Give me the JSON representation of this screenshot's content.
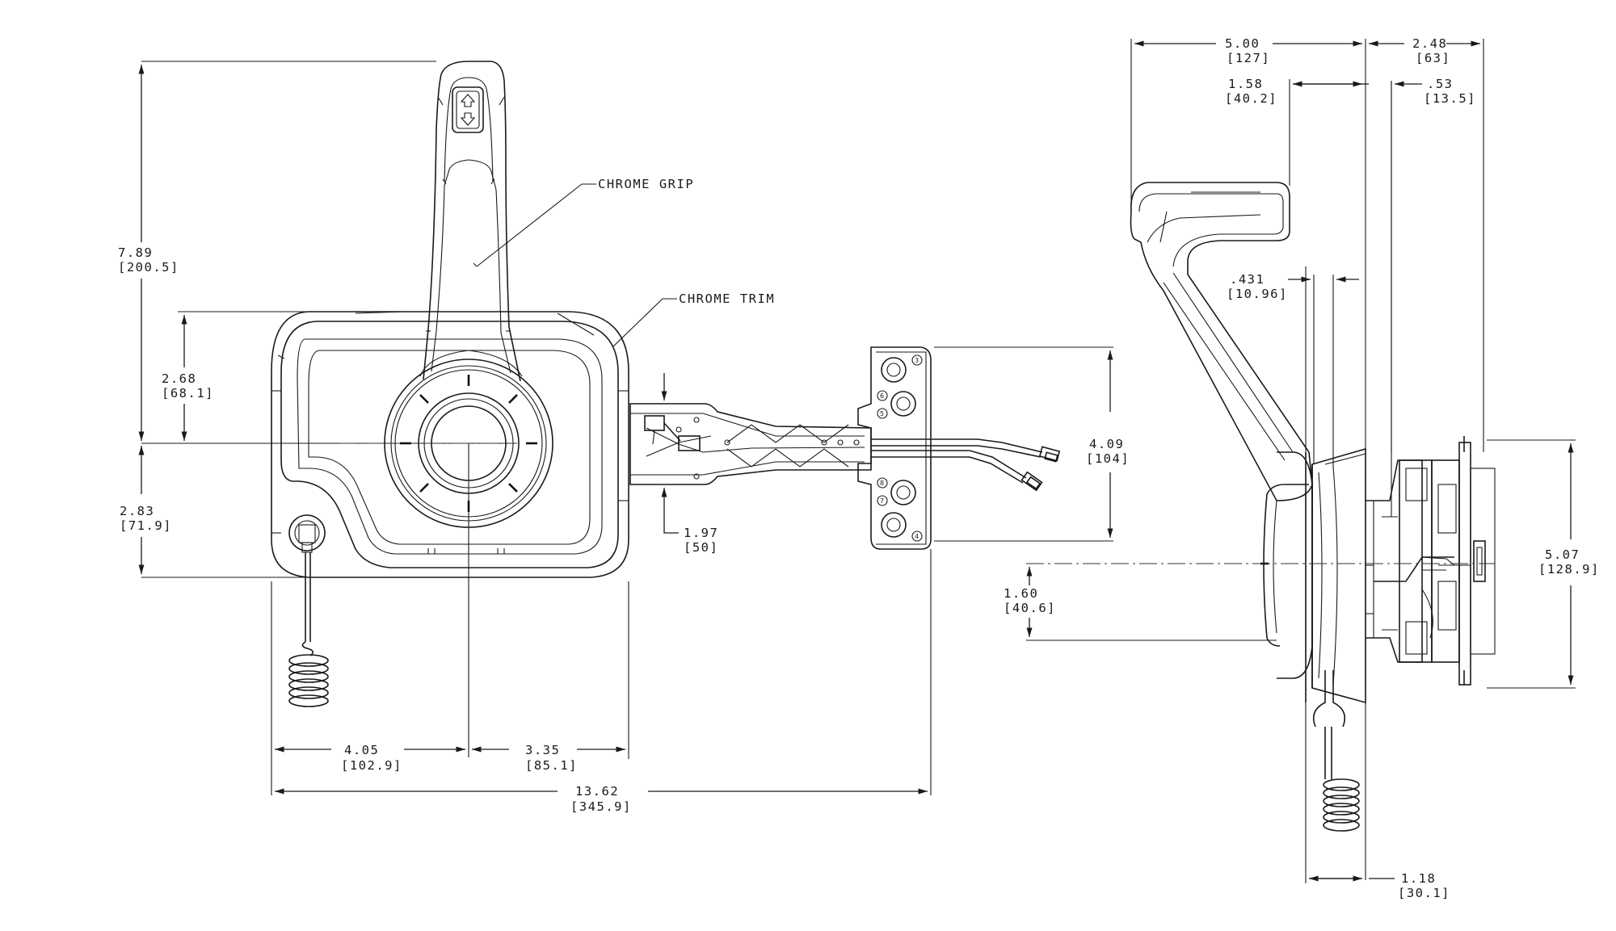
{
  "labels": {
    "chrome_grip": "CHROME GRIP",
    "chrome_trim": "CHROME TRIM"
  },
  "dimensions": {
    "overall_height": {
      "in": "7.89",
      "mm": "[200.5]"
    },
    "upper_to_center": {
      "in": "2.68",
      "mm": "[68.1]"
    },
    "lower_to_center": {
      "in": "2.83",
      "mm": "[71.9]"
    },
    "left_to_center": {
      "in": "4.05",
      "mm": "[102.9]"
    },
    "center_to_right": {
      "in": "3.35",
      "mm": "[85.1]"
    },
    "overall_width": {
      "in": "13.62",
      "mm": "[345.9]"
    },
    "bracket_offset": {
      "in": "1.97",
      "mm": "[50]"
    },
    "bracket_height": {
      "in": "4.09",
      "mm": "[104]"
    },
    "side_handle_reach": {
      "in": "5.00",
      "mm": "[127]"
    },
    "side_depth": {
      "in": "2.48",
      "mm": "[63]"
    },
    "grip_offset": {
      "in": "1.58",
      "mm": "[40.2]"
    },
    "trim_thickness": {
      "in": ".53",
      "mm": "[13.5]"
    },
    "panel_gap": {
      "in": ".431",
      "mm": "[10.96]"
    },
    "side_height": {
      "in": "5.07",
      "mm": "[128.9]"
    },
    "side_center_drop": {
      "in": "1.60",
      "mm": "[40.6]"
    },
    "side_bottom_offset": {
      "in": "1.18",
      "mm": "[30.1]"
    }
  },
  "hole_numbers": [
    "3",
    "6",
    "5",
    "8",
    "7",
    "4"
  ],
  "icons": {
    "trim_switch": "up-down-arrow-icon"
  }
}
